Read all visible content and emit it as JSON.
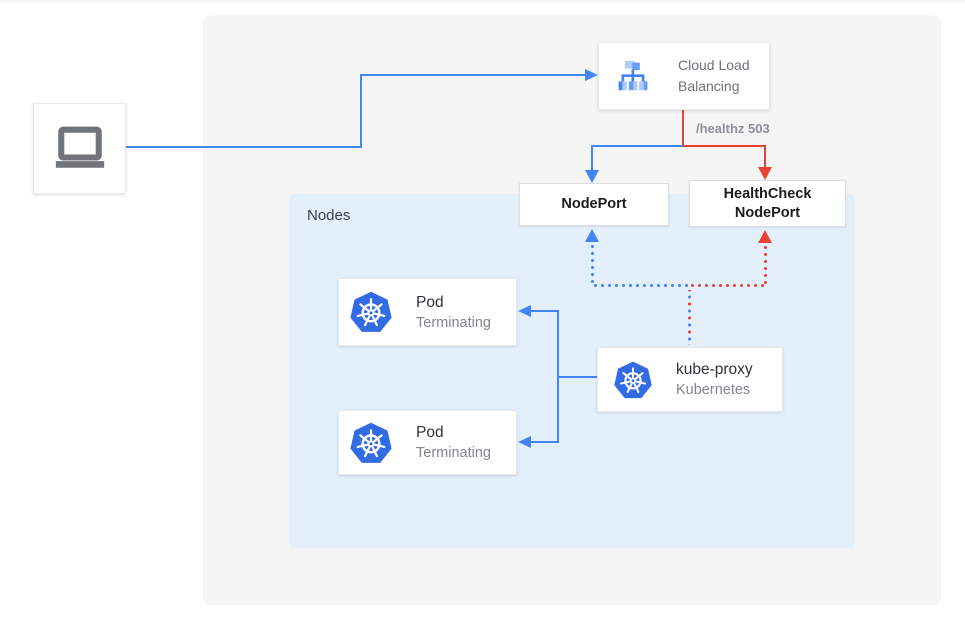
{
  "colors": {
    "blue": "#4285f4",
    "red": "#ea4335",
    "kubernetes_blue": "#326ce5",
    "nodes_background": "#e3f0fc",
    "panel_background": "#f5f5f6",
    "gray_text": "#80868b",
    "dark_text": "#1b1b1b"
  },
  "client": {
    "icon": "laptop-icon"
  },
  "load_balancer": {
    "label": "Cloud Load Balancing",
    "icon": "cloud-load-balancing-icon"
  },
  "edges": {
    "healthz_label": "/healthz 503"
  },
  "nodeport": {
    "label": "NodePort"
  },
  "healthcheck_nodeport": {
    "label": "HealthCheck NodePort"
  },
  "nodes_group": {
    "label": "Nodes"
  },
  "pods": [
    {
      "title": "Pod",
      "subtitle": "Terminating"
    },
    {
      "title": "Pod",
      "subtitle": "Terminating"
    }
  ],
  "kube_proxy": {
    "title": "kube-proxy",
    "subtitle": "Kubernetes"
  }
}
